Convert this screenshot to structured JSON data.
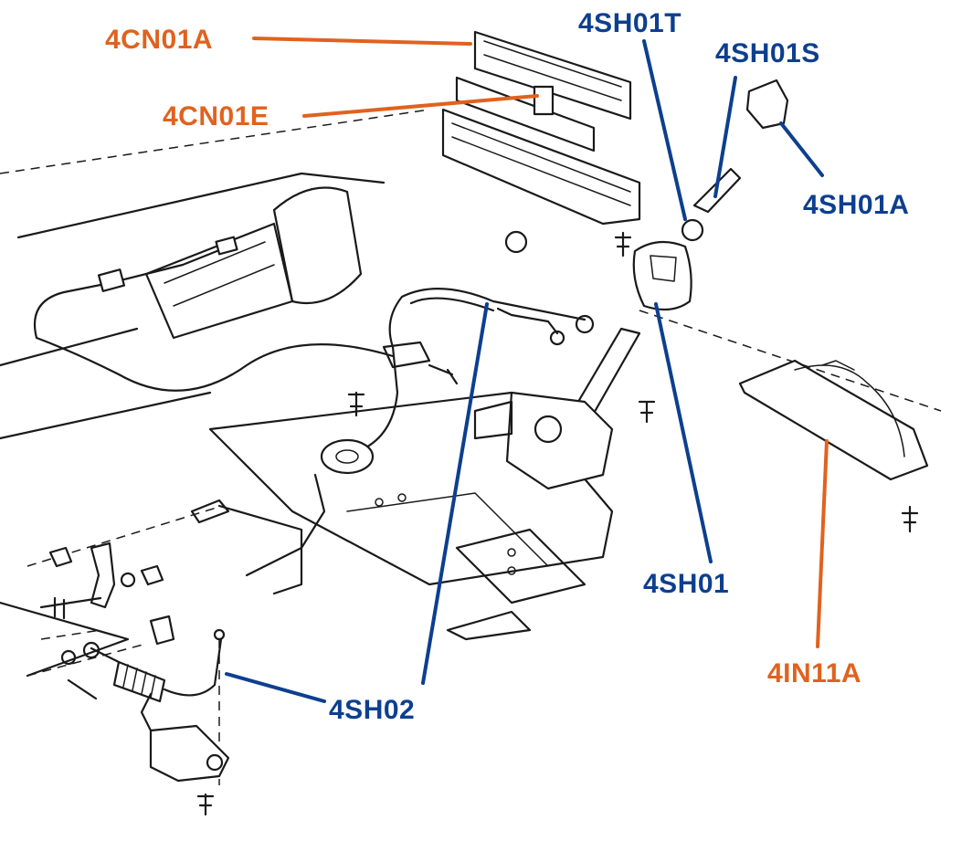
{
  "colors": {
    "blue": "#0d3f8f",
    "orange": "#e0621f",
    "ink": "#1a1a1a"
  },
  "labels": {
    "console_trim": "4CN01A",
    "console_clip": "4CN01E",
    "shift_knob_clip": "4SH01T",
    "shift_knob_spring": "4SH01S",
    "shift_knob_cap": "4SH01A",
    "shifter": "4SH01",
    "shift_cable": "4SH02",
    "shift_boot": "4IN11A"
  }
}
